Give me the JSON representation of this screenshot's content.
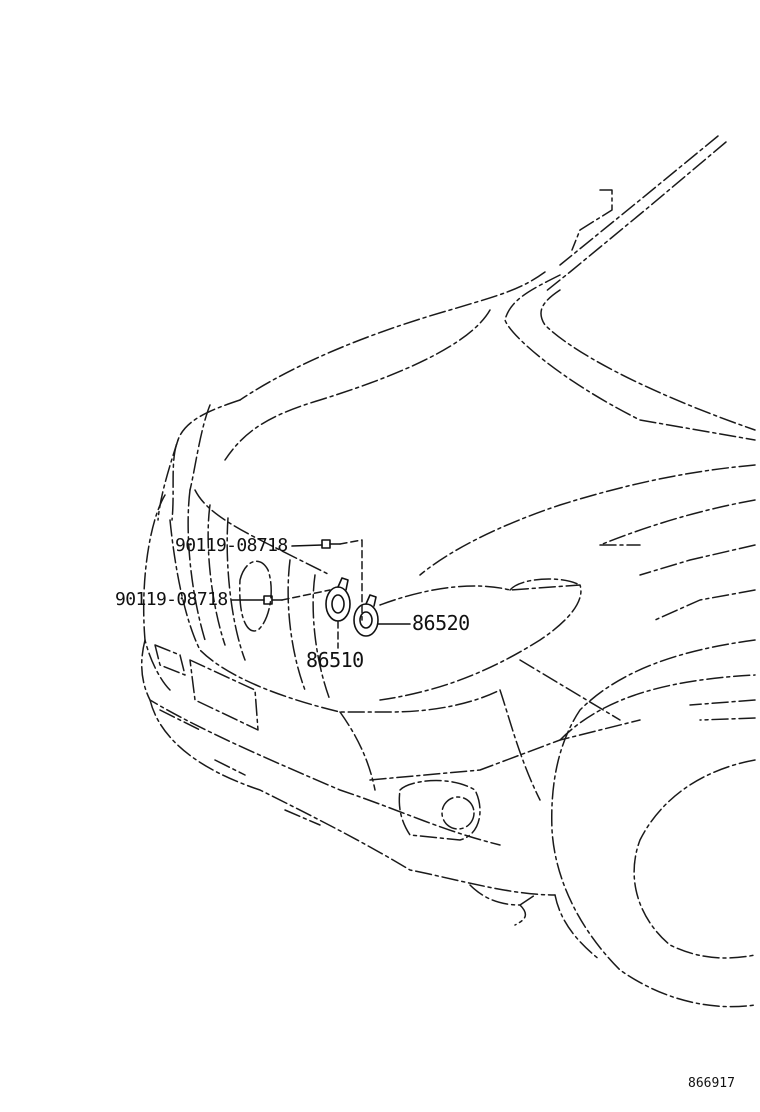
{
  "callouts": {
    "bolt_upper": "90119-08718",
    "bolt_lower": "90119-08718",
    "horn_high": "86520",
    "horn_low": "86510"
  },
  "figure_ref": "866917"
}
